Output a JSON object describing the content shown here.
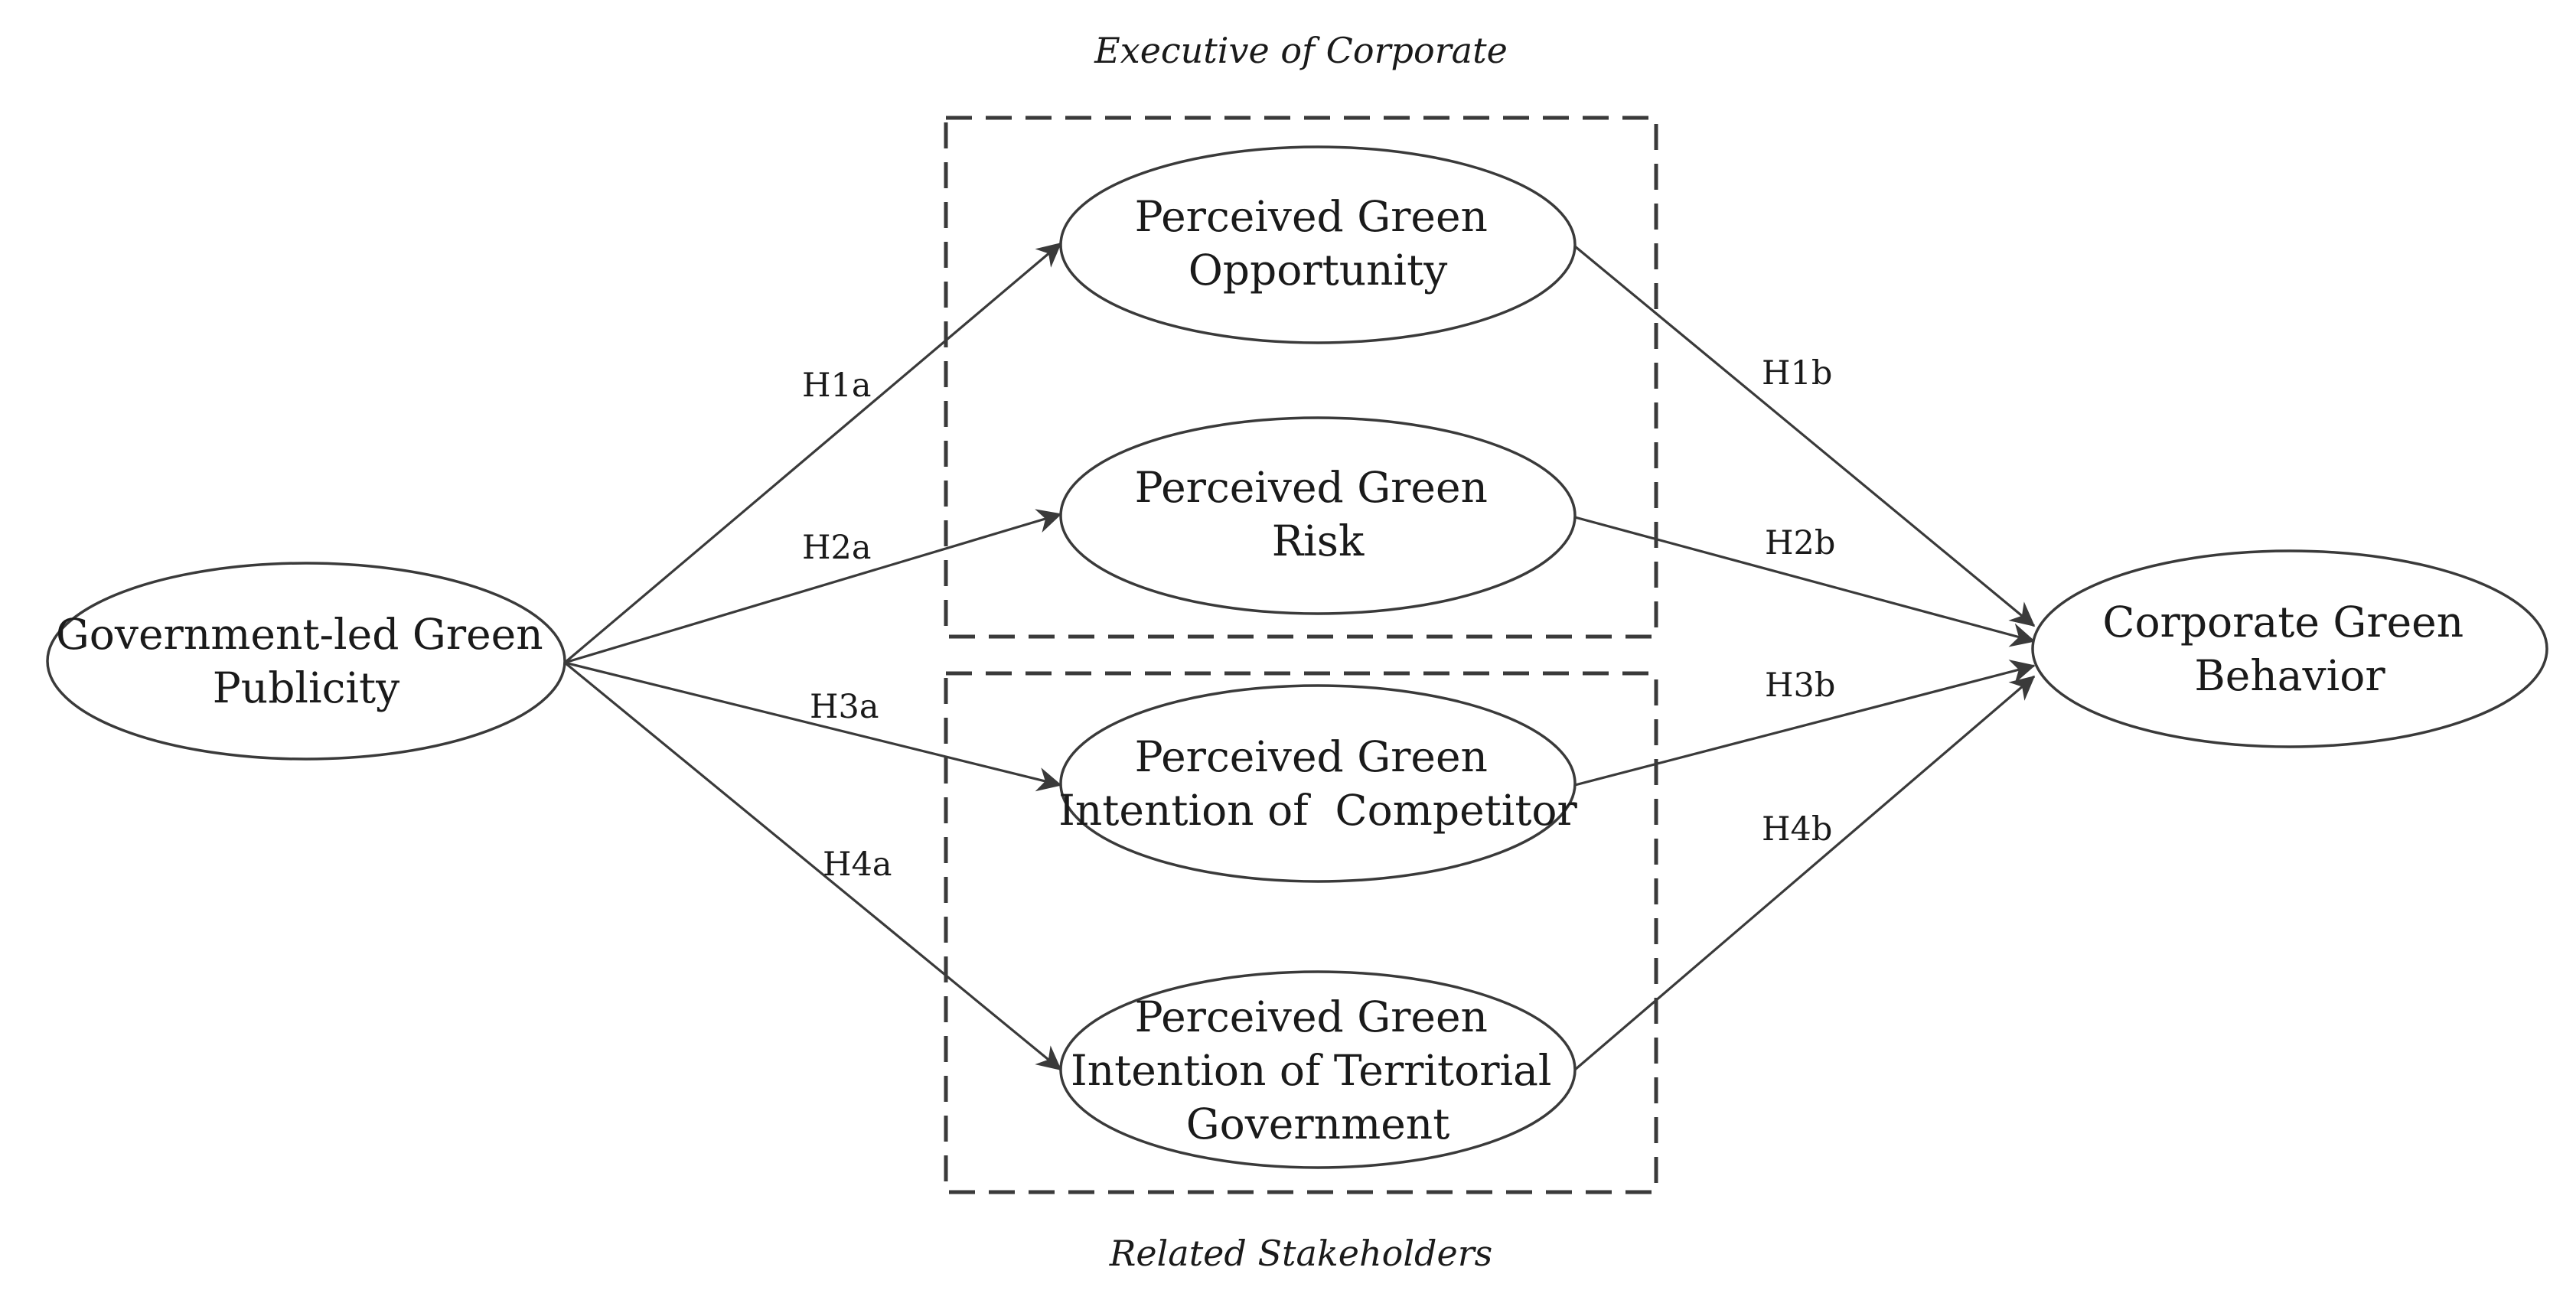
{
  "groups": {
    "executive": {
      "caption": "Executive of Corporate"
    },
    "stakeholders": {
      "caption": "Related Stakeholders"
    }
  },
  "nodes": {
    "government_publicity": {
      "lines": [
        "Government-led Green",
        "Publicity"
      ]
    },
    "green_opportunity": {
      "lines": [
        "Perceived Green",
        "Opportunity"
      ]
    },
    "green_risk": {
      "lines": [
        "Perceived Green",
        "Risk"
      ]
    },
    "competitor_intention": {
      "lines": [
        "Perceived Green",
        "Intention of  Competitor"
      ]
    },
    "territorial_government": {
      "lines": [
        "Perceived Green",
        "Intention of Territorial",
        "Government"
      ]
    },
    "corporate_behavior": {
      "lines": [
        "Corporate Green",
        "Behavior"
      ]
    }
  },
  "edges": [
    {
      "label": "H1a",
      "from": "government_publicity",
      "to": "green_opportunity"
    },
    {
      "label": "H2a",
      "from": "government_publicity",
      "to": "green_risk"
    },
    {
      "label": "H3a",
      "from": "government_publicity",
      "to": "competitor_intention"
    },
    {
      "label": "H4a",
      "from": "government_publicity",
      "to": "territorial_government"
    },
    {
      "label": "H1b",
      "from": "green_opportunity",
      "to": "corporate_behavior"
    },
    {
      "label": "H2b",
      "from": "green_risk",
      "to": "corporate_behavior"
    },
    {
      "label": "H3b",
      "from": "competitor_intention",
      "to": "corporate_behavior"
    },
    {
      "label": "H4b",
      "from": "territorial_government",
      "to": "corporate_behavior"
    }
  ],
  "colors": {
    "stroke": "#3a3a3a",
    "text": "#1a1a1a",
    "background": "#ffffff"
  }
}
